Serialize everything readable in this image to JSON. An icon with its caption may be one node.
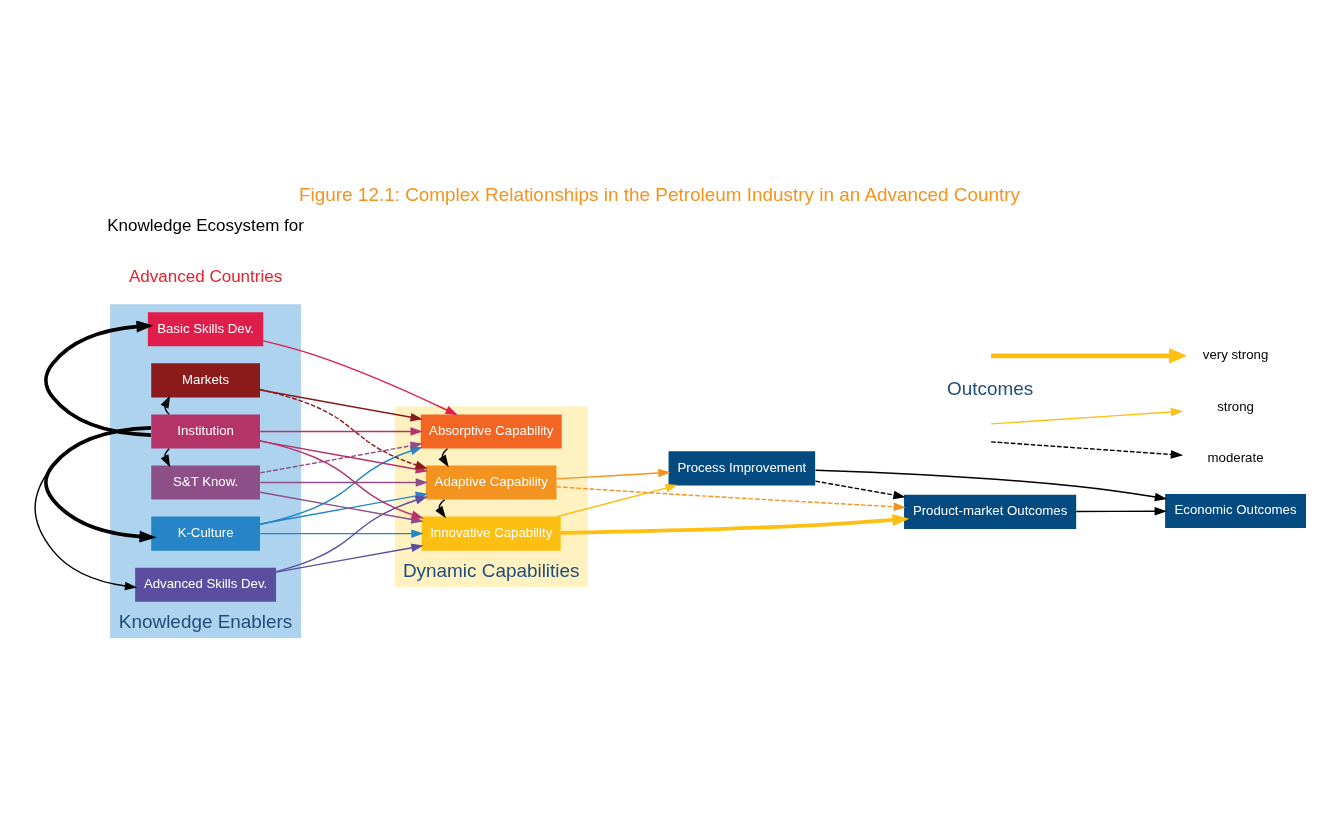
{
  "diagram": {
    "title": "Figure 12.1: Complex Relationships in the Petroleum Industry in an Advanced Country",
    "nodes": [
      {
        "text": [
          "Knowledge Enablers"
        ]
      },
      {
        "text": [
          "K-Culture"
        ],
        "in": 0
      },
      {
        "text": [
          "Advanced Skills Dev."
        ],
        "in": 0
      },
      {
        "text": [
          "S&T Know."
        ],
        "in": 0
      },
      {
        "text": [
          "Institution"
        ],
        "in": 0
      },
      {
        "text": [
          "Markets"
        ],
        "in": 0
      },
      {
        "text": [
          "Basic Skills Dev."
        ],
        "in": 0
      },
      {
        "text": [
          "Dynamic Capabilities"
        ]
      },
      {
        "text": [
          "Innovative Capability"
        ],
        "in": 7
      },
      {
        "text": [
          "Adaptive Capability"
        ],
        "in": 7
      },
      {
        "text": [
          "Absorptive Capability"
        ],
        "in": 7
      },
      {
        "text": [
          "Product-market Outcomes"
        ]
      },
      {
        "text": [
          "Process Improvement"
        ]
      },
      {
        "text": [
          "Economic Outcomes"
        ]
      }
    ],
    "edges": [
      {
        "from": 4,
        "to": 1,
        "arrow": "to",
        "style": "thick",
        "color": "#000000"
      },
      {
        "from": 4,
        "to": 2,
        "arrow": "to",
        "color": "#000000"
      },
      {
        "from": 4,
        "to": 3,
        "arrow": "to",
        "color": "#000000"
      },
      {
        "from": 4,
        "to": 5,
        "arrow": "to",
        "color": "#000000"
      },
      {
        "from": 4,
        "to": 6,
        "arrow": "to",
        "style": "thick",
        "color": "#000000"
      },
      {
        "from": 1,
        "to": 8,
        "arrow": "to",
        "color": "#2585c7"
      },
      {
        "from": 1,
        "to": 9,
        "arrow": "to",
        "color": "#2585c7"
      },
      {
        "from": 1,
        "to": 10,
        "arrow": "to",
        "color": "#2585c7"
      },
      {
        "from": 2,
        "to": 8,
        "arrow": "to",
        "color": "#5b4e9e"
      },
      {
        "from": 2,
        "to": 9,
        "arrow": "to",
        "color": "#5b4e9e"
      },
      {
        "from": 3,
        "to": 8,
        "arrow": "to",
        "color": "#8e4f88"
      },
      {
        "from": 3,
        "to": 9,
        "arrow": "to",
        "color": "#8e4f88"
      },
      {
        "from": 3,
        "to": 10,
        "arrow": "to",
        "style": "dashed",
        "color": "#8e4f88"
      },
      {
        "from": 4,
        "to": 8,
        "arrow": "to",
        "color": "#b53468"
      },
      {
        "from": 4,
        "to": 9,
        "arrow": "to",
        "color": "#b53468"
      },
      {
        "from": 4,
        "to": 10,
        "arrow": "to",
        "color": "#b53468"
      },
      {
        "from": 5,
        "to": 9,
        "arrow": "to",
        "style": "dashed",
        "color": "#8b1a1a"
      },
      {
        "from": 5,
        "to": 10,
        "arrow": "to",
        "color": "#8b1a1a"
      },
      {
        "from": 6,
        "to": 10,
        "arrow": "to",
        "color": "#e01e4b"
      },
      {
        "from": 10,
        "to": 9,
        "arrow": "to",
        "color": "#000000"
      },
      {
        "from": 9,
        "to": 8,
        "arrow": "to",
        "color": "#000000"
      },
      {
        "from": 8,
        "to": 11,
        "arrow": "to",
        "style": "thick",
        "color": "#fdbf12"
      },
      {
        "from": 8,
        "to": 12,
        "arrow": "to",
        "color": "#fdbf12"
      },
      {
        "from": 9,
        "to": 11,
        "arrow": "to",
        "style": "dashed",
        "color": "#f39320"
      },
      {
        "from": 9,
        "to": 12,
        "arrow": "to",
        "color": "#f39320"
      },
      {
        "from": 12,
        "to": 11,
        "arrow": "to",
        "style": "dashed",
        "color": "#000000"
      },
      {
        "from": 11,
        "to": 13,
        "arrow": "to",
        "color": "#000000"
      },
      {
        "from": 12,
        "to": 13,
        "arrow": "to",
        "color": "#000000"
      }
    ],
    "labels": [
      "Knowledge Ecosystem for",
      "Advanced Countries",
      "Outcomes"
    ],
    "legend": [
      {
        "text": "very strong"
      },
      {
        "text": "strong"
      },
      {
        "text": "moderate"
      }
    ]
  }
}
